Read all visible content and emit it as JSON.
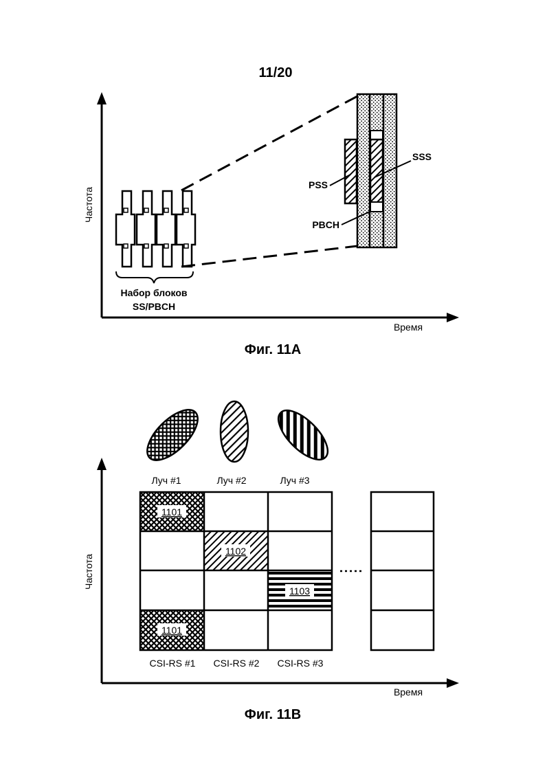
{
  "sheet_number": "11/20",
  "fig_a": {
    "caption": "Фиг. 11A",
    "y_axis_label": "Частота",
    "x_axis_label": "Время",
    "group_label_line1": "Набор блоков",
    "group_label_line2": "SS/PBCH",
    "pss_label": "PSS",
    "sss_label": "SSS",
    "pbch_label": "PBCH"
  },
  "fig_b": {
    "caption": "Фиг. 11B",
    "y_axis_label": "Частота",
    "x_axis_label": "Время",
    "beams": [
      {
        "label": "Луч #1"
      },
      {
        "label": "Луч #2"
      },
      {
        "label": "Луч #3"
      }
    ],
    "columns": [
      {
        "label": "CSI-RS #1"
      },
      {
        "label": "CSI-RS #2"
      },
      {
        "label": "CSI-RS #3"
      }
    ],
    "cells": [
      {
        "label": "1101"
      },
      {
        "label": "1102"
      },
      {
        "label": "1103"
      },
      {
        "label": "1101"
      }
    ]
  }
}
